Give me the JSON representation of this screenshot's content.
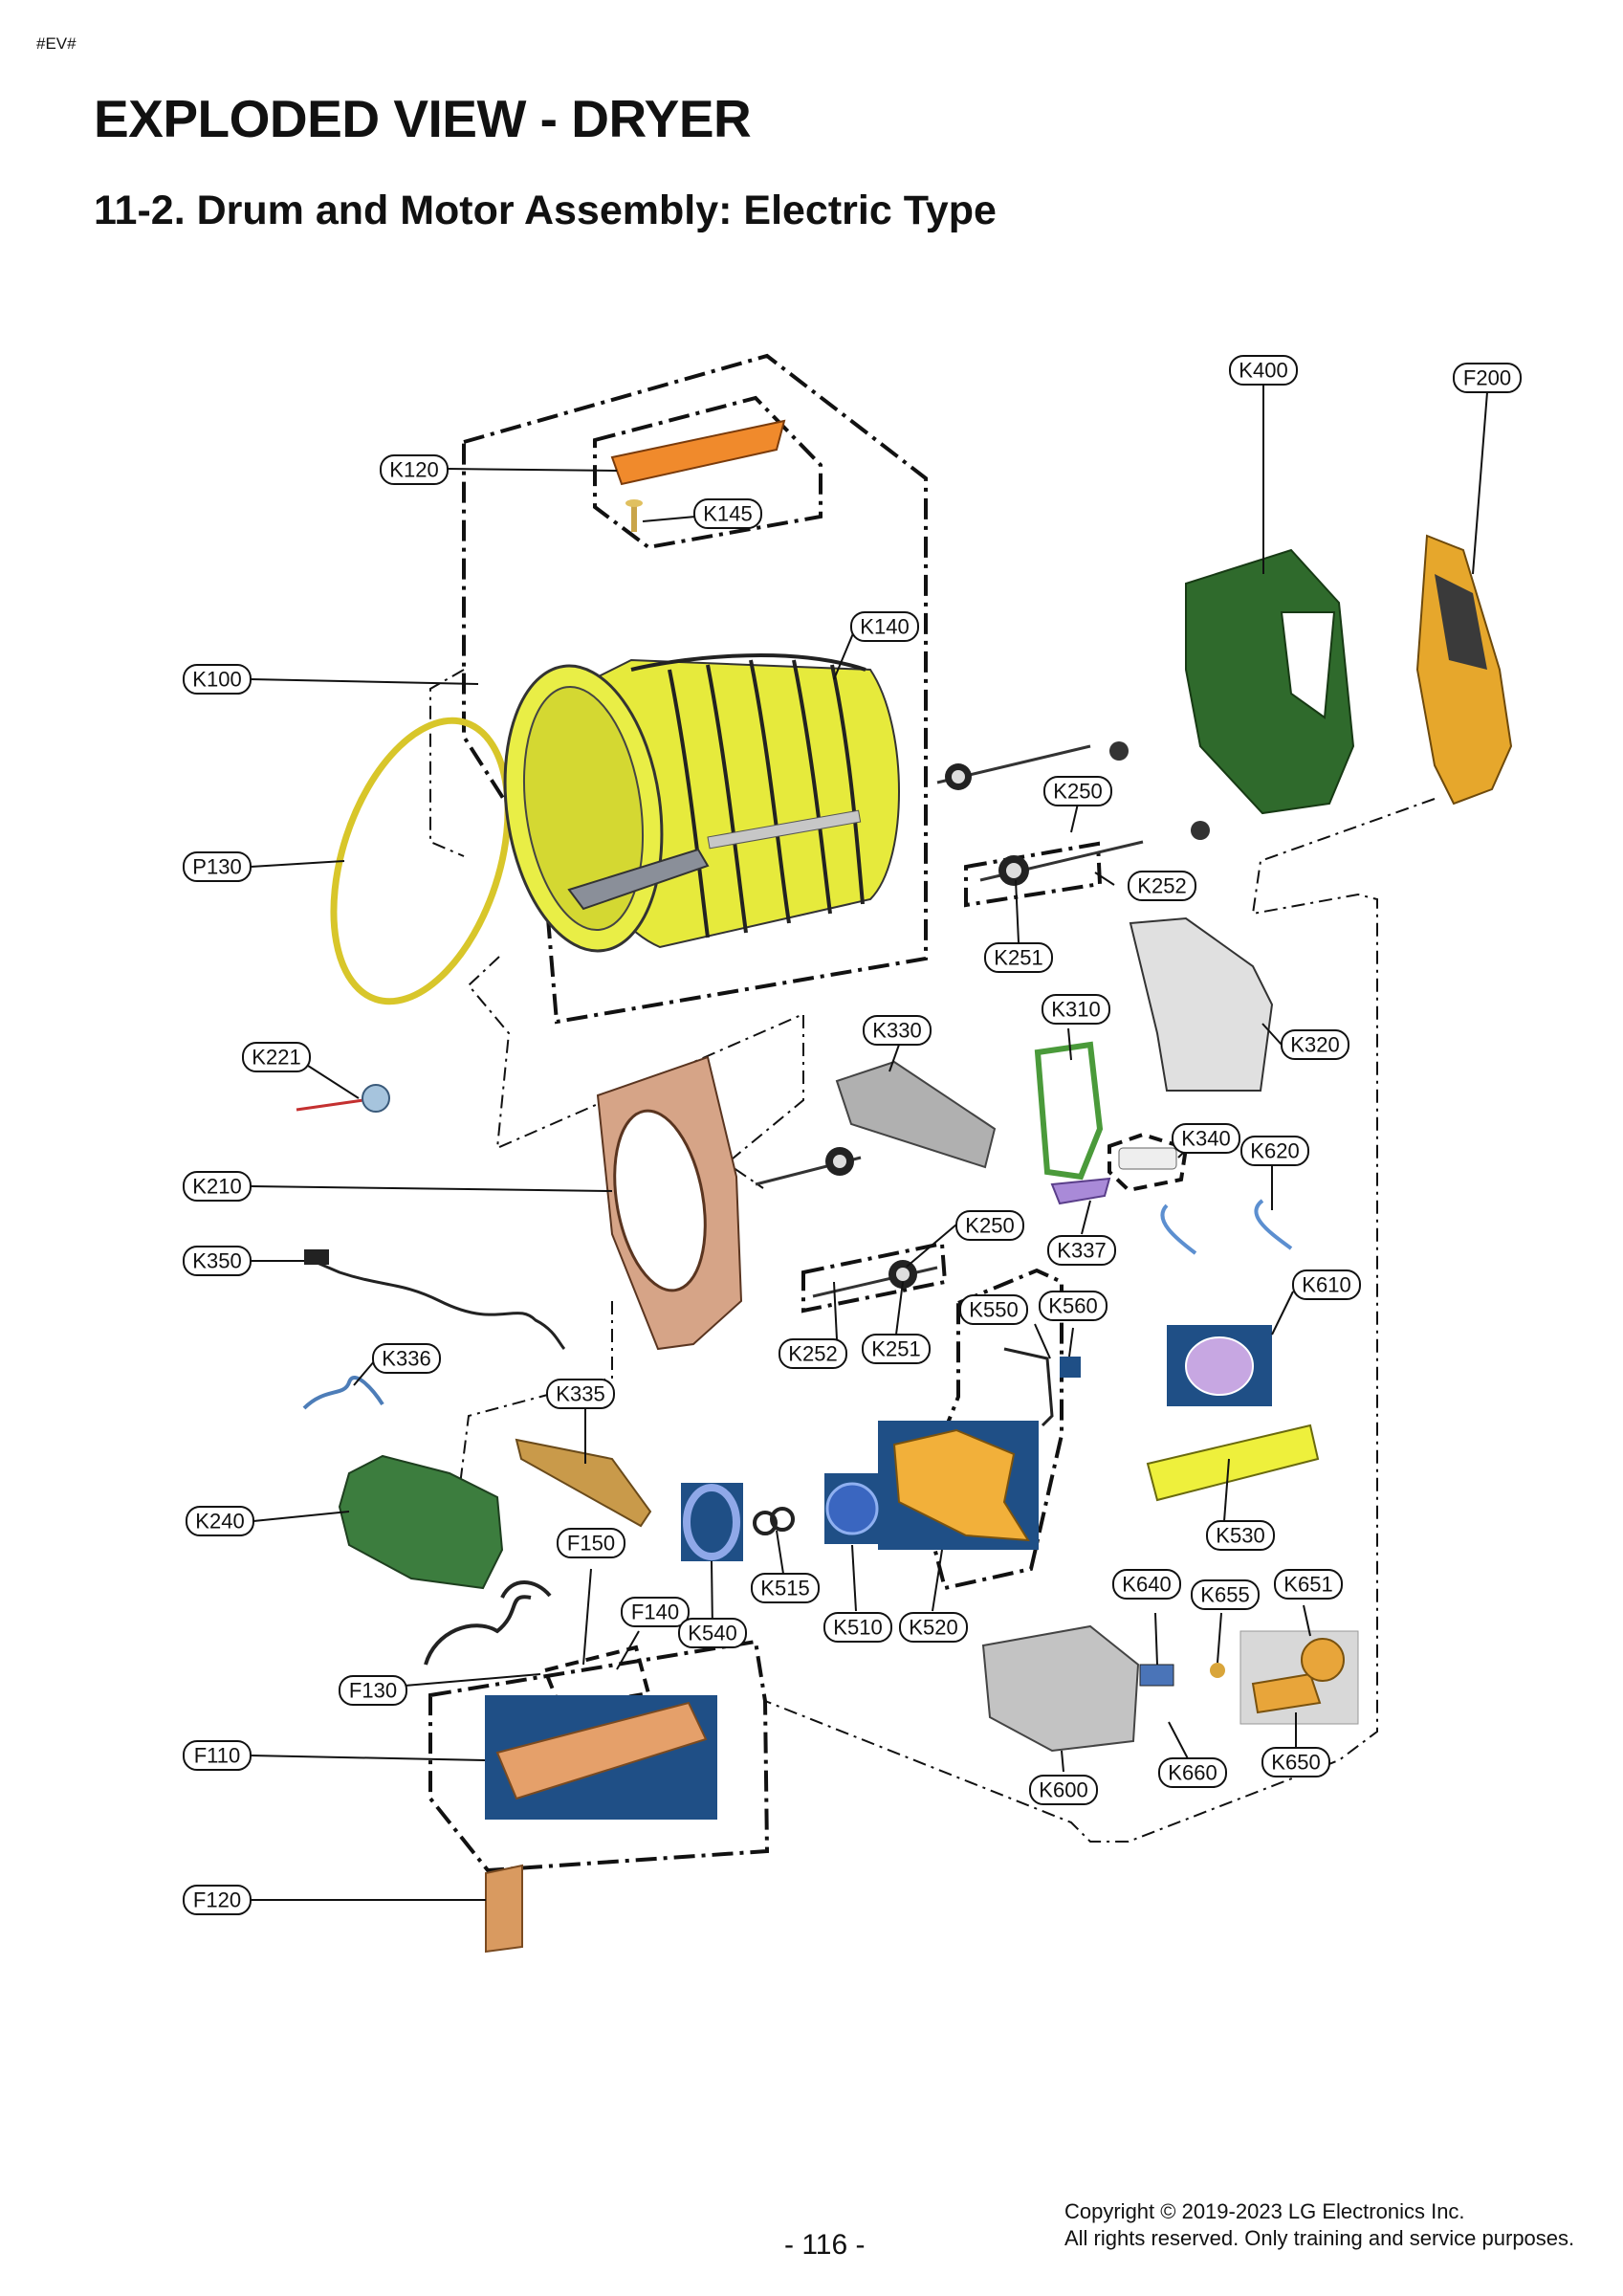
{
  "header_tag": "#EV#",
  "title": "EXPLODED VIEW - DRYER",
  "subtitle": "11-2. Drum and Motor Assembly: Electric Type",
  "parts": [
    {
      "id": "K120",
      "label": "K120"
    },
    {
      "id": "K145",
      "label": "K145"
    },
    {
      "id": "K140",
      "label": "K140"
    },
    {
      "id": "K100",
      "label": "K100"
    },
    {
      "id": "P130",
      "label": "P130"
    },
    {
      "id": "K400",
      "label": "K400"
    },
    {
      "id": "F200",
      "label": "F200"
    },
    {
      "id": "K250a",
      "label": "K250"
    },
    {
      "id": "K252a",
      "label": "K252"
    },
    {
      "id": "K251a",
      "label": "K251"
    },
    {
      "id": "K310",
      "label": "K310"
    },
    {
      "id": "K320",
      "label": "K320"
    },
    {
      "id": "K330",
      "label": "K330"
    },
    {
      "id": "K221",
      "label": "K221"
    },
    {
      "id": "K210",
      "label": "K210"
    },
    {
      "id": "K340",
      "label": "K340"
    },
    {
      "id": "K620",
      "label": "K620"
    },
    {
      "id": "K250b",
      "label": "K250"
    },
    {
      "id": "K337",
      "label": "K337"
    },
    {
      "id": "K350",
      "label": "K350"
    },
    {
      "id": "K550",
      "label": "K550"
    },
    {
      "id": "K560",
      "label": "K560"
    },
    {
      "id": "K610",
      "label": "K610"
    },
    {
      "id": "K252b",
      "label": "K252"
    },
    {
      "id": "K251b",
      "label": "K251"
    },
    {
      "id": "K336",
      "label": "K336"
    },
    {
      "id": "K335",
      "label": "K335"
    },
    {
      "id": "K240",
      "label": "K240"
    },
    {
      "id": "K530",
      "label": "K530"
    },
    {
      "id": "F150",
      "label": "F150"
    },
    {
      "id": "K515",
      "label": "K515"
    },
    {
      "id": "K640",
      "label": "K640"
    },
    {
      "id": "K655",
      "label": "K655"
    },
    {
      "id": "K651",
      "label": "K651"
    },
    {
      "id": "F140",
      "label": "F140"
    },
    {
      "id": "K540",
      "label": "K540"
    },
    {
      "id": "K510",
      "label": "K510"
    },
    {
      "id": "K520",
      "label": "K520"
    },
    {
      "id": "F130",
      "label": "F130"
    },
    {
      "id": "F110",
      "label": "F110"
    },
    {
      "id": "K600",
      "label": "K600"
    },
    {
      "id": "K660",
      "label": "K660"
    },
    {
      "id": "K650",
      "label": "K650"
    },
    {
      "id": "F120",
      "label": "F120"
    }
  ],
  "page_number": "- 116 -",
  "copyright": {
    "line1": "Copyright © 2019-2023 LG Electronics Inc.",
    "line2": "All rights reserved. Only training and service purposes."
  }
}
